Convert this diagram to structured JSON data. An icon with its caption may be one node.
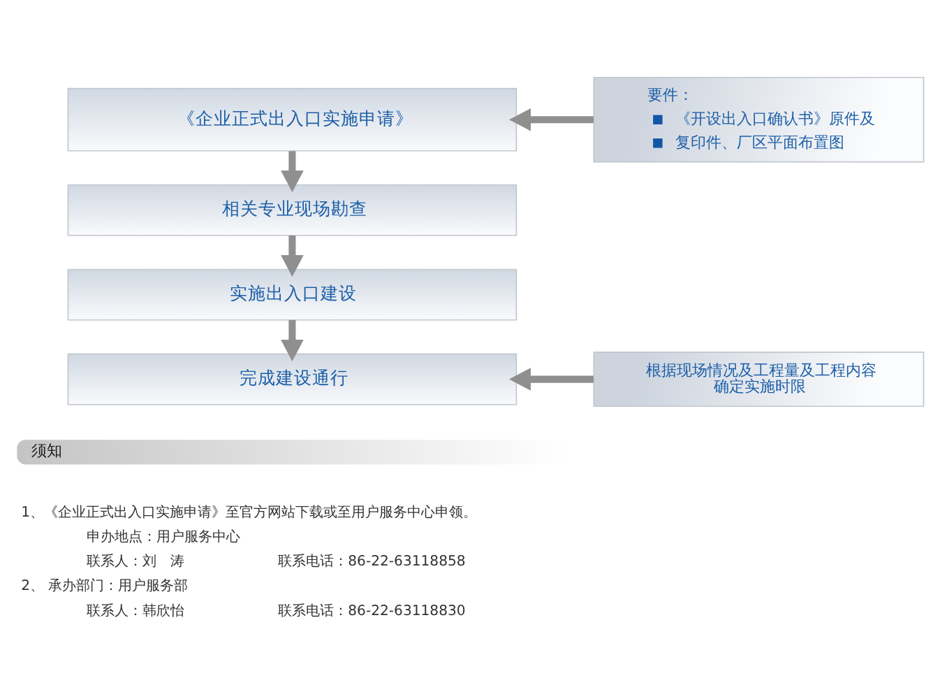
{
  "diagram": {
    "nodes": [
      {
        "text": [
          "《企业正式出入口实施申请》"
        ]
      },
      {
        "text": [
          "要件：",
          "《开设出入口确认书》原件及",
          "复印件、厂区平面布置图"
        ]
      },
      {
        "text": [
          "相关专业现场勘查"
        ]
      },
      {
        "text": [
          "实施出入口建设"
        ]
      },
      {
        "text": [
          "完成建设通行"
        ]
      },
      {
        "text": [
          "根据现场情况及工程量及工程内容确定实施时限"
        ]
      },
      {
        "text": [
          "须知"
        ]
      }
    ],
    "edges": [
      {
        "from": 0,
        "to": 2,
        "arrow": "to"
      },
      {
        "from": 2,
        "to": 3,
        "arrow": "to"
      },
      {
        "from": 3,
        "to": 4,
        "arrow": "to"
      },
      {
        "from": 1,
        "to": 0,
        "arrow": "to"
      },
      {
        "from": 5,
        "to": 4,
        "arrow": "to"
      }
    ],
    "labels": [
      "1、《企业正式出入口实施申请》至官方网站下载或至用户服务中心申领。",
      "申办地点：用户服务中心",
      "联系人：刘　涛",
      "联系电话：86-22-63118858",
      "2、 承办部门：用户服务部",
      "联系人：韩欣怡",
      "联系电话：86-22-63118830"
    ]
  }
}
